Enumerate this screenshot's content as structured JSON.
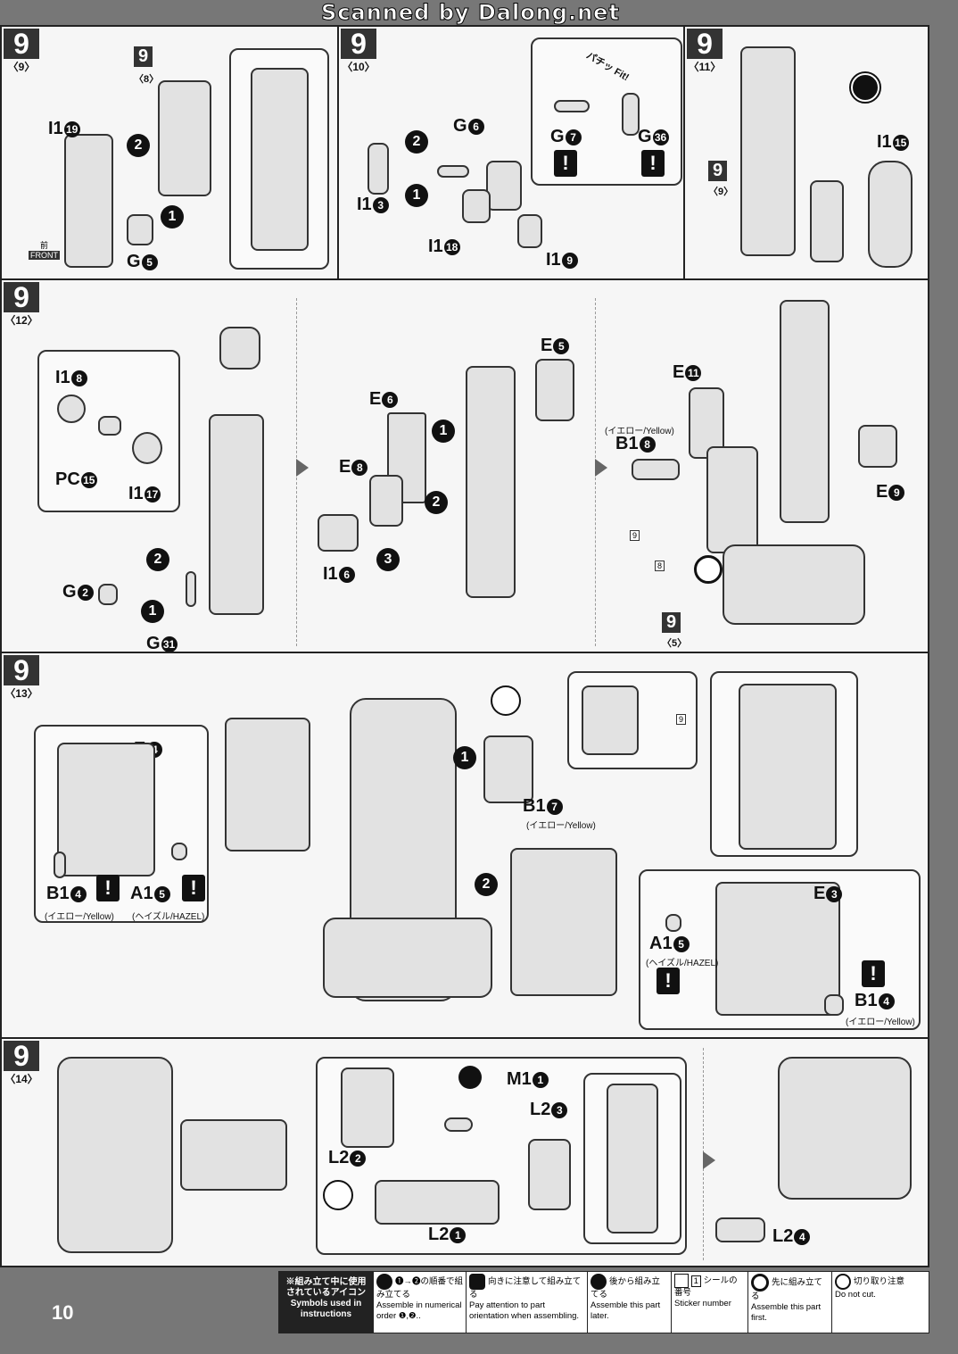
{
  "header": {
    "scan_credit": "Scanned by Dalong.net"
  },
  "steps": [
    {
      "id": "s9",
      "step": "9",
      "sub": "〈9〉",
      "labels": {
        "top": "9",
        "top_sub": "〈8〉",
        "a": "I1",
        "a_n": "19",
        "b": "G",
        "b_n": "5",
        "n1": "1",
        "n2": "2"
      },
      "front": {
        "jp": "前",
        "en": "FRONT"
      }
    },
    {
      "id": "s10",
      "step": "9",
      "sub": "〈10〉",
      "labels": {
        "a": "G",
        "a_n": "6",
        "b": "I1",
        "b_n": "3",
        "c": "I1",
        "c_n": "18",
        "d": "I1",
        "d_n": "9",
        "e": "G",
        "e_n": "7",
        "f": "G",
        "f_n": "36",
        "fit": "パチッ Fit!",
        "n1": "1",
        "n2": "2"
      }
    },
    {
      "id": "s11",
      "step": "9",
      "sub": "〈11〉",
      "labels": {
        "a": "I1",
        "a_n": "15",
        "ref": "9",
        "ref_sub": "〈9〉"
      }
    },
    {
      "id": "s12",
      "step": "9",
      "sub": "〈12〉",
      "labels": {
        "a": "I1",
        "a_n": "8",
        "b": "PC",
        "b_n": "15",
        "c": "I1",
        "c_n": "17",
        "d": "G",
        "d_n": "2",
        "e": "G",
        "e_n": "31",
        "f": "E",
        "f_n": "6",
        "g": "E",
        "g_n": "8",
        "h": "I1",
        "h_n": "6",
        "i": "E",
        "i_n": "5",
        "j": "E",
        "j_n": "11",
        "k": "B1",
        "k_n": "8",
        "k_note": "(イエロー/Yellow)",
        "l": "E",
        "l_n": "9",
        "ref": "9",
        "ref_sub": "〈5〉",
        "st1": "9",
        "st2": "8",
        "n1": "1",
        "n2": "2",
        "n3": "3"
      }
    },
    {
      "id": "s13",
      "step": "9",
      "sub": "〈13〉",
      "labels": {
        "a": "E",
        "a_n": "4",
        "b": "B1",
        "b_n": "4",
        "b_note": "(イエロー/Yellow)",
        "c": "A1",
        "c_n": "5",
        "c_note": "(ヘイズル/HAZEL)",
        "d": "B1",
        "d_n": "7",
        "d_note": "(イエロー/Yellow)",
        "e": "E",
        "e_n": "3",
        "f": "A1",
        "f_n": "5",
        "f_note": "(ヘイズル/HAZEL)",
        "g": "B1",
        "g_n": "4",
        "g_note": "(イエロー/Yellow)",
        "st": "9",
        "n1": "1",
        "n2": "2"
      }
    },
    {
      "id": "s14",
      "step": "9",
      "sub": "〈14〉",
      "labels": {
        "a": "M1",
        "a_n": "1",
        "b": "L2",
        "b_n": "3",
        "c": "L2",
        "c_n": "2",
        "d": "L2",
        "d_n": "1",
        "e": "L2",
        "e_n": "4"
      }
    }
  ],
  "legend": {
    "head_jp": "※組み立て中に使用されているアイコン",
    "head_en": "Symbols used in instructions",
    "items": [
      {
        "jp": "❶→❷の順番で組み立てる",
        "en": "Assemble in numerical order ❶,❷.."
      },
      {
        "jp": "向きに注意して組み立てる",
        "en": "Pay attention to part orientation when assembling."
      },
      {
        "jp": "後から組み立てる",
        "en": "Assemble this part later."
      },
      {
        "jp": "シールの番号",
        "en": "Sticker number",
        "num": "1"
      },
      {
        "jp": "先に組み立てる",
        "en": "Assemble this part first."
      },
      {
        "jp": "切り取り注意",
        "en": "Do not cut."
      }
    ]
  },
  "page_number": "10"
}
